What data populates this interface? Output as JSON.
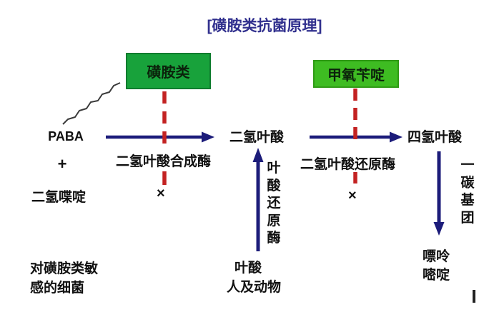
{
  "title": "[磺胺类抗菌原理]",
  "inhibitors": {
    "sulfonamides": "磺胺类",
    "trimethoprim": "甲氧苄啶"
  },
  "pathway": {
    "substrate": "PABA",
    "plus": "+",
    "copathway_substrate": "二氢喋啶",
    "intermediate": "二氢叶酸",
    "product": "四氢叶酸",
    "enzyme_synthase": "二氢叶酸合成酶",
    "enzyme_reductase": "二氢叶酸还原酶",
    "enzyme_folate_reductase": "叶酸还原酶",
    "one_carbon_group": "一碳基团",
    "block_mark_1": "×",
    "block_mark_2": "×"
  },
  "footnotes": {
    "bacteria": "对磺胺类敏\n感的细菌",
    "folate": "叶酸",
    "humans_animals": "人及动物",
    "purines_pyrimidines": "嘌呤\n嘧啶"
  },
  "colors": {
    "background": "#ffffff",
    "title_text": "#31308e",
    "arrow_navy": "#1c1c7a",
    "inhibition_red": "#c32222",
    "sulfonamides_box_green": "#18a23b",
    "trimethoprim_box_green": "#3ebc22",
    "label_text": "#111111"
  }
}
